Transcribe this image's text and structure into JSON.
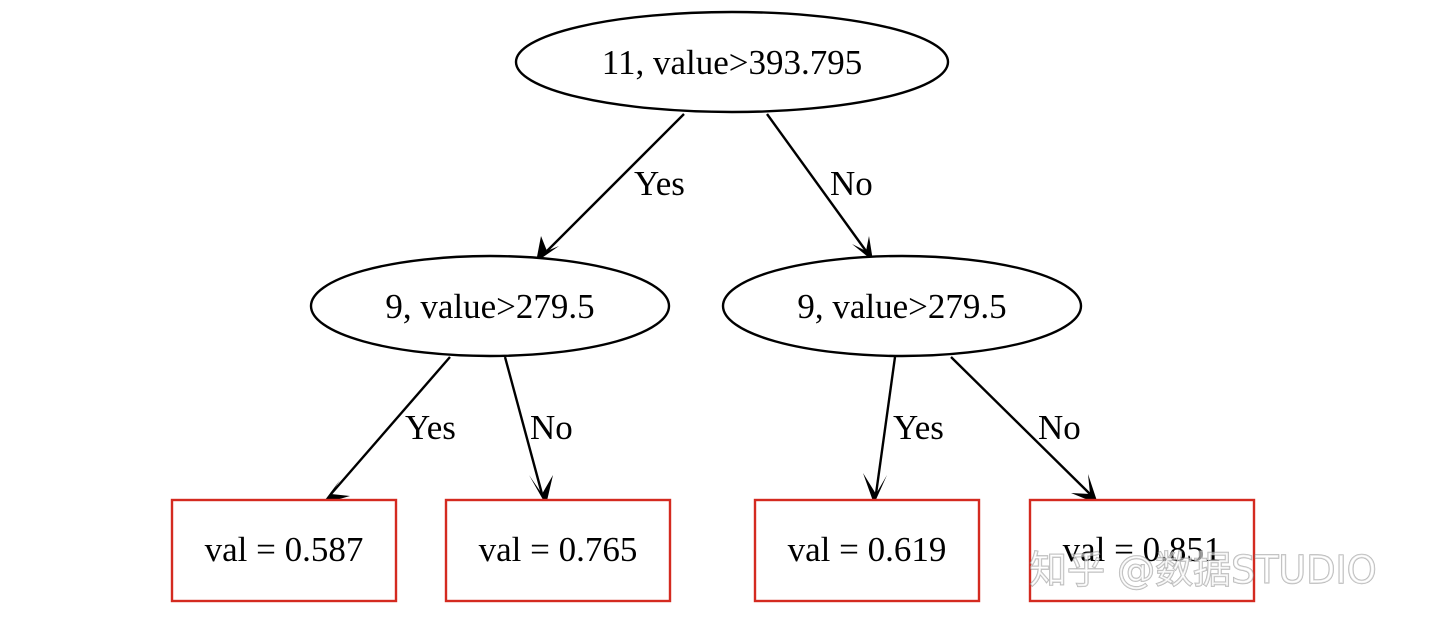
{
  "tree": {
    "root": {
      "label": "11, value>393.795"
    },
    "left": {
      "label": "9, value>279.5"
    },
    "right": {
      "label": "9, value>279.5"
    },
    "leaves": [
      {
        "label": "val = 0.587"
      },
      {
        "label": "val = 0.765"
      },
      {
        "label": "val = 0.619"
      },
      {
        "label": "val = 0.851"
      }
    ],
    "edges": {
      "root_left": "Yes",
      "root_right": "No",
      "left_leaf1": "Yes",
      "left_leaf2": "No",
      "right_leaf3": "Yes",
      "right_leaf4": "No"
    },
    "colors": {
      "leaf_border": "#d42a20",
      "stroke": "#000000"
    }
  },
  "watermark": {
    "text": "知乎 @数据STUDIO"
  }
}
